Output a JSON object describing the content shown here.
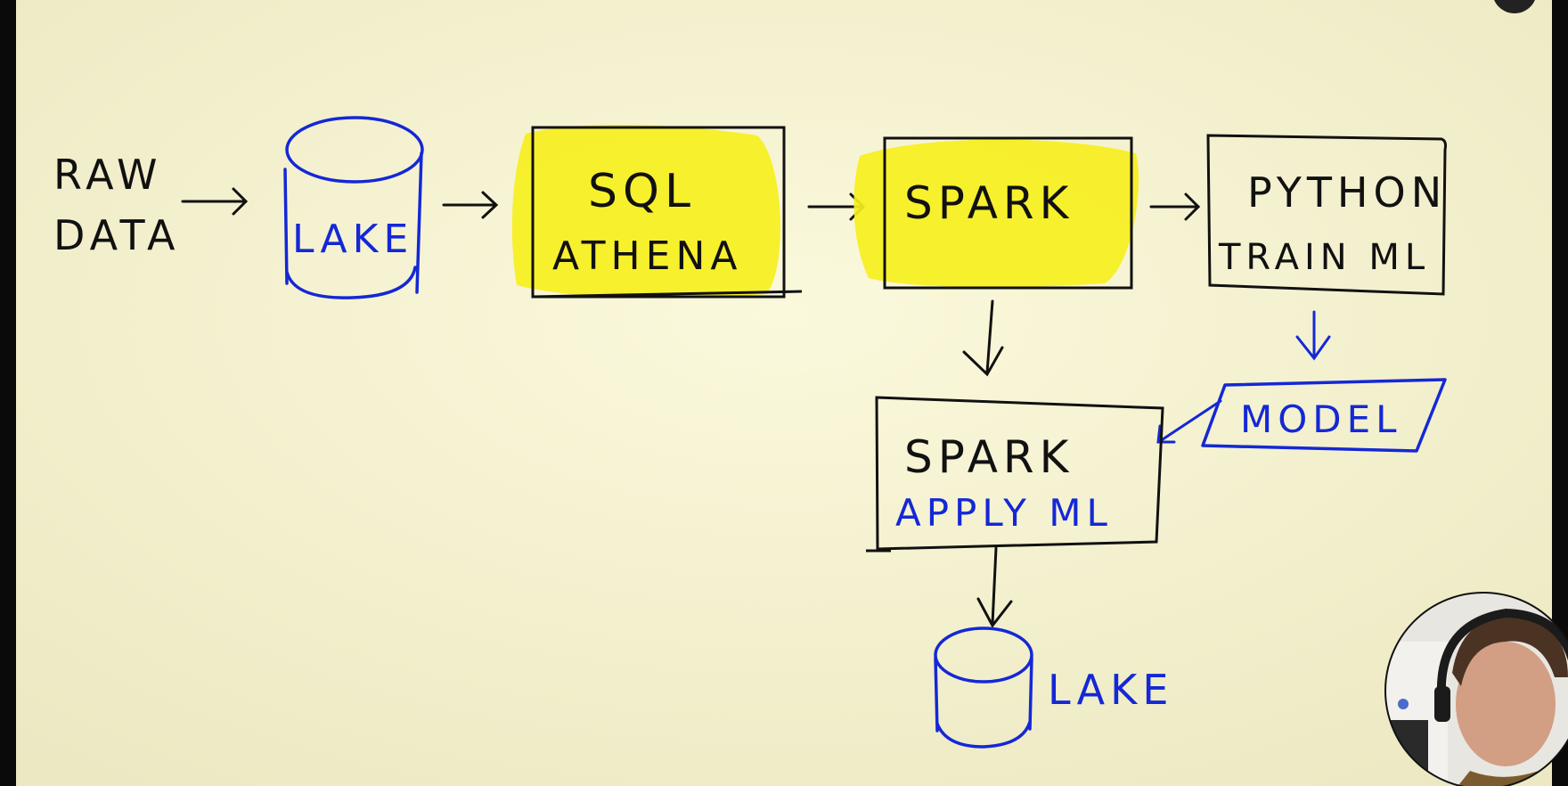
{
  "colors": {
    "paper": "#f8f6d4",
    "ink_black": "#111111",
    "ink_blue": "#1428d6",
    "highlight": "#f6ef1e"
  },
  "nodes": {
    "raw_data": {
      "line1": "RAW",
      "line2": "DATA"
    },
    "lake_source": {
      "label": "LAKE"
    },
    "sql_athena": {
      "line1": "SQL",
      "line2": "ATHENA"
    },
    "spark_process": {
      "label": "SPARK"
    },
    "python_train": {
      "line1": "PYTHON",
      "line2": "TRAIN ML"
    },
    "model": {
      "label": "MODEL"
    },
    "spark_apply": {
      "line1": "SPARK",
      "line2": "APPLY ML"
    },
    "lake_output": {
      "label": "LAKE"
    }
  },
  "presenter": {
    "icon": "presenter-webcam"
  }
}
